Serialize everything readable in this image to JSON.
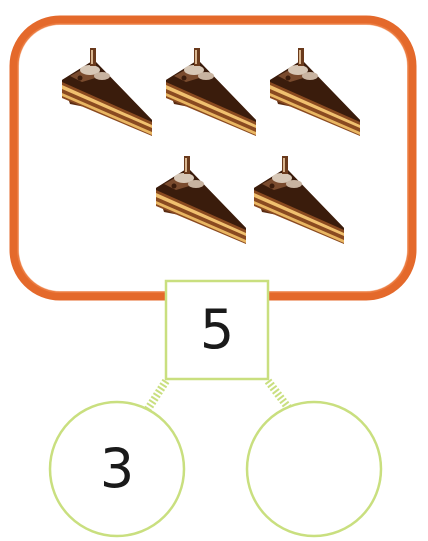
{
  "number_bond": {
    "total": "5",
    "part_left": "3",
    "part_right": ""
  },
  "group": {
    "item": "cake-slice-icon",
    "count": 5
  },
  "colors": {
    "frame_border": "#e4692b",
    "bond_line": "#c9df7f",
    "cake_sponge": "#a4602e",
    "cake_cream": "#f0c06f",
    "cake_chocolate": "#4a2412"
  }
}
